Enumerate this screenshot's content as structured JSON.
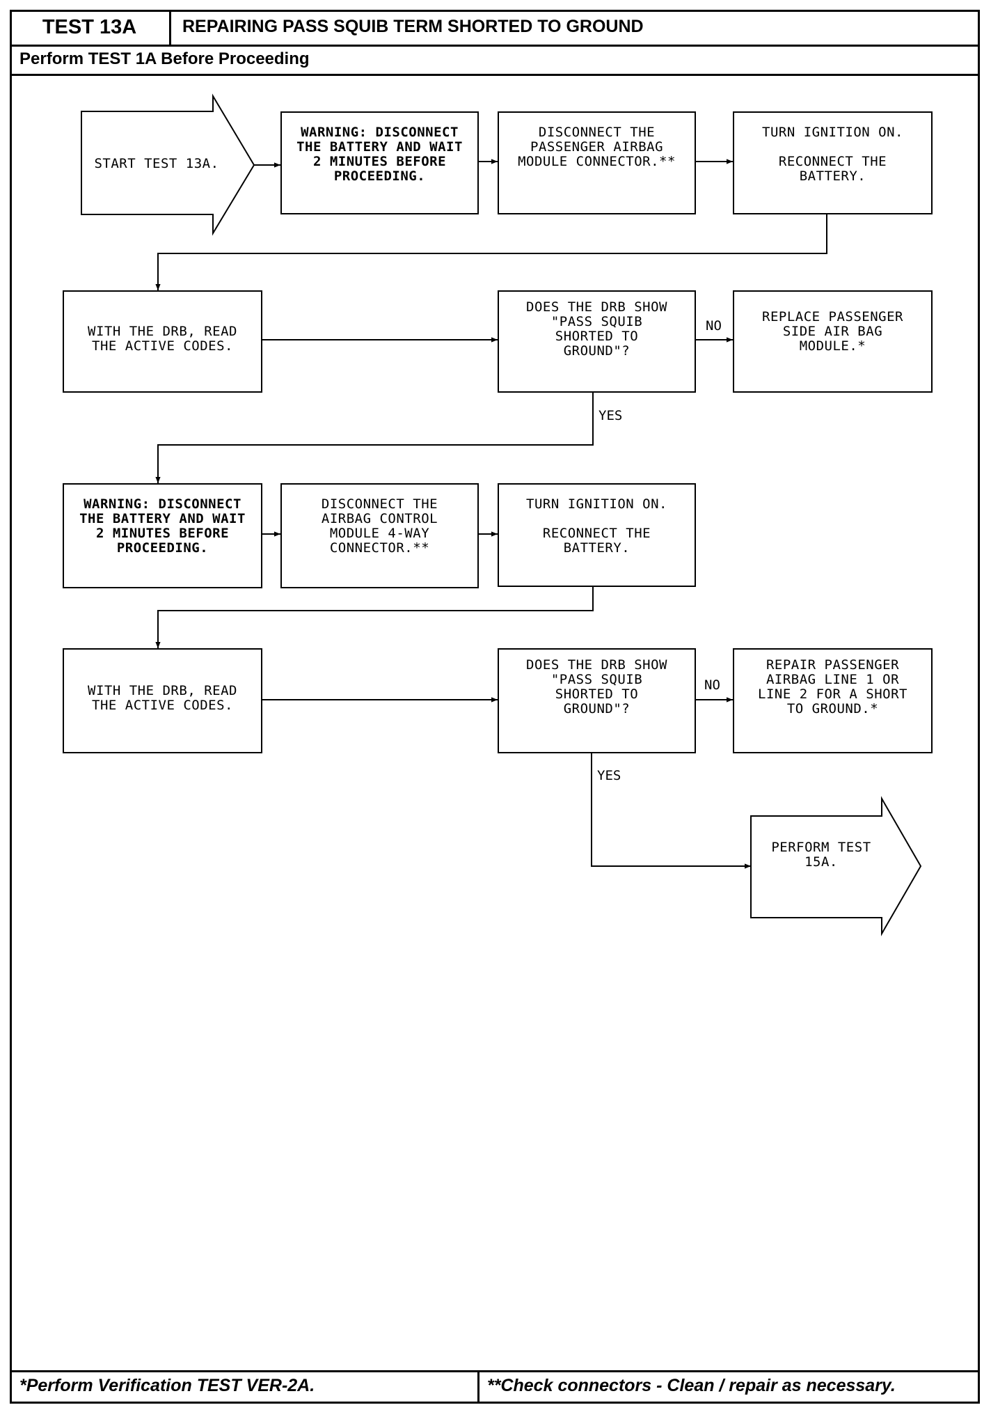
{
  "header": {
    "test_id": "TEST 13A",
    "title": "REPAIRING PASS SQUIB TERM SHORTED TO GROUND",
    "prerequisite": "Perform TEST 1A Before Proceeding"
  },
  "nodes": {
    "start": "START TEST 13A.",
    "warn1": "WARNING: DISCONNECT\nTHE BATTERY AND WAIT\n2 MINUTES BEFORE\nPROCEEDING.",
    "disc1": "DISCONNECT THE\nPASSENGER AIRBAG\nMODULE CONNECTOR.**",
    "ign1": "TURN IGNITION ON.\n\nRECONNECT THE\nBATTERY.",
    "read1": "WITH THE DRB, READ\nTHE ACTIVE CODES.",
    "q1": "DOES THE DRB SHOW\n\"PASS SQUIB\nSHORTED TO\nGROUND\"?",
    "replace": "REPLACE PASSENGER\nSIDE AIR BAG\nMODULE.*",
    "warn2": "WARNING: DISCONNECT\nTHE BATTERY AND WAIT\n2 MINUTES BEFORE\nPROCEEDING.",
    "disc2": "DISCONNECT THE\nAIRBAG CONTROL\nMODULE 4-WAY\nCONNECTOR.**",
    "ign2": "TURN IGNITION ON.\n\nRECONNECT THE\nBATTERY.",
    "read2": "WITH THE DRB, READ\nTHE ACTIVE CODES.",
    "q2": "DOES THE DRB SHOW\n\"PASS SQUIB\nSHORTED TO\nGROUND\"?",
    "repair": "REPAIR PASSENGER\nAIRBAG LINE 1 OR\nLINE 2 FOR A SHORT\nTO GROUND.*",
    "end": "PERFORM TEST\n15A."
  },
  "edge_labels": {
    "q1_no": "NO",
    "q1_yes": "YES",
    "q2_no": "NO",
    "q2_yes": "YES"
  },
  "footer": {
    "left_note": "*Perform Verification TEST VER-2A.",
    "right_note": "**Check connectors - Clean / repair as necessary."
  }
}
